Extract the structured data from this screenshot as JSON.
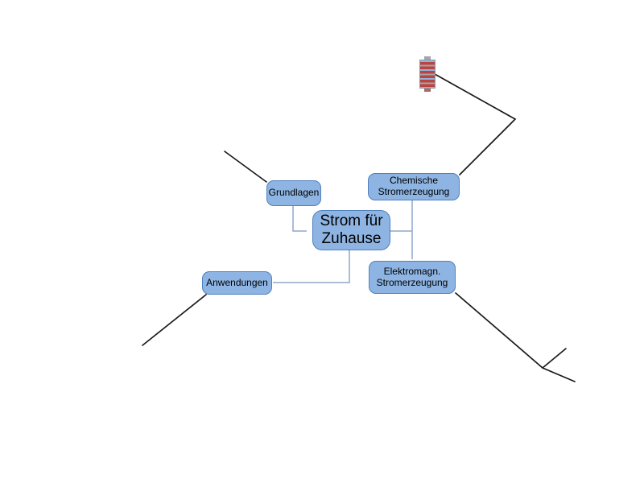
{
  "slide": {
    "type": "mindmap-diagram",
    "background": "#FFFFFF"
  },
  "colors": {
    "node_fill": "#8DB4E2",
    "node_border": "#4F81BD",
    "connector_color": "#8FA8C8",
    "line_color": "#1a1a1a",
    "text_color": "#000000",
    "battery_red": "#B94441",
    "battery_gray": "#A6A6A6",
    "battery_blue": "#95B3D7"
  },
  "nodes": {
    "center": {
      "label": "Strom für\nZuhause"
    },
    "grundlagen": {
      "label": "Grundlagen"
    },
    "chemische": {
      "label": "Chemische\nStromerzeugung"
    },
    "anwendungen": {
      "label": "Anwendungen"
    },
    "elektromagn": {
      "label": "Elektromagn.\nStromerzeugung"
    }
  },
  "icons": {
    "battery": "voltaic-pile-battery-icon"
  }
}
